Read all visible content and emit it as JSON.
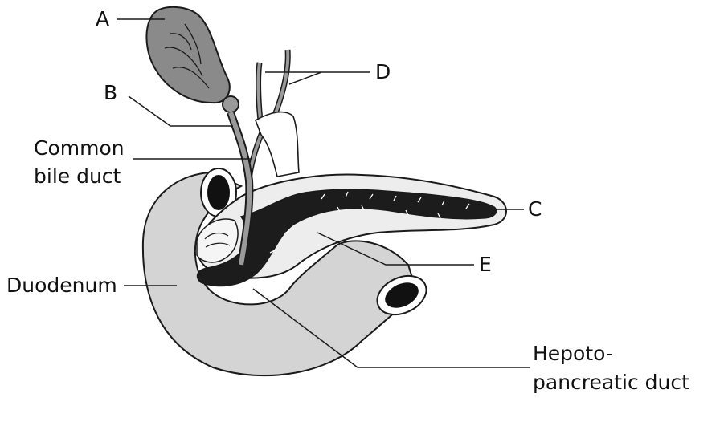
{
  "labels": {
    "a": "A",
    "b": "B",
    "c": "C",
    "d": "D",
    "e": "E",
    "common_bile_duct_line1": "Common",
    "common_bile_duct_line2": "bile duct",
    "duodenum": "Duodenum",
    "hepato_line1": "Hepoto-",
    "hepato_line2": "pancreatic duct"
  },
  "colors": {
    "outline": "#1a1a1a",
    "gallbladder_fill": "#8a8a8a",
    "duodenum_fill": "#d4d4d4",
    "pancreas_fill": "#ededed",
    "duct_fill": "#1c1c1c",
    "bile_duct_fill": "#9a9a9a",
    "lumen_fill": "#111111",
    "mucosa_fill": "#f5f5f5"
  }
}
